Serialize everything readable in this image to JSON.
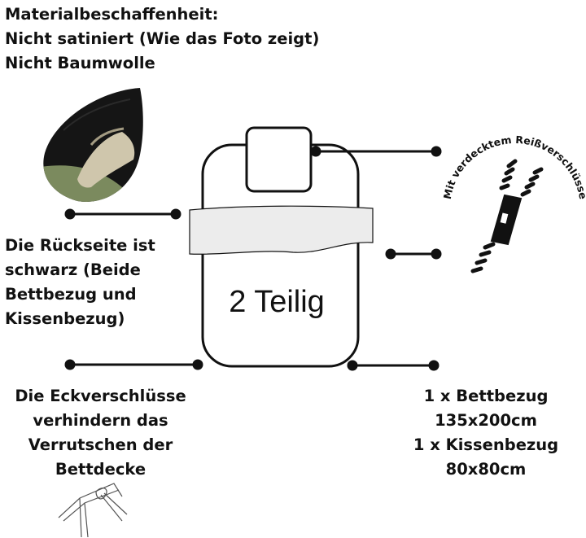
{
  "material": {
    "lines": [
      "Materialbeschaffenheit:",
      "Nicht satiniert (Wie das Foto zeigt)",
      "Nicht Baumwolle"
    ]
  },
  "backside": {
    "lines": [
      "Die Rückseite ist",
      "schwarz (Beide",
      "Bettbezug und",
      "Kissenbezug)"
    ]
  },
  "corners": {
    "lines": [
      "Die Eckverschlüsse",
      "verhindern das",
      "Verrutschen der",
      "Bettdecke"
    ]
  },
  "sizes": {
    "lines": [
      "1 x Bettbezug",
      "135x200cm",
      "1 x Kissenbezug",
      "80x80cm"
    ]
  },
  "bedding": {
    "label": "2 Teilig"
  },
  "zipper": {
    "label": "Mit verdecktem Reißverschlüsse"
  },
  "icons": {
    "fabric": "fabric-swatch-icon",
    "zipper": "zipper-icon",
    "corner": "corner-tie-icon"
  },
  "colors": {
    "text": "#111111",
    "lines": "#111111",
    "fabric_black": "#151515",
    "fabric_light": "#c9c2a8"
  }
}
